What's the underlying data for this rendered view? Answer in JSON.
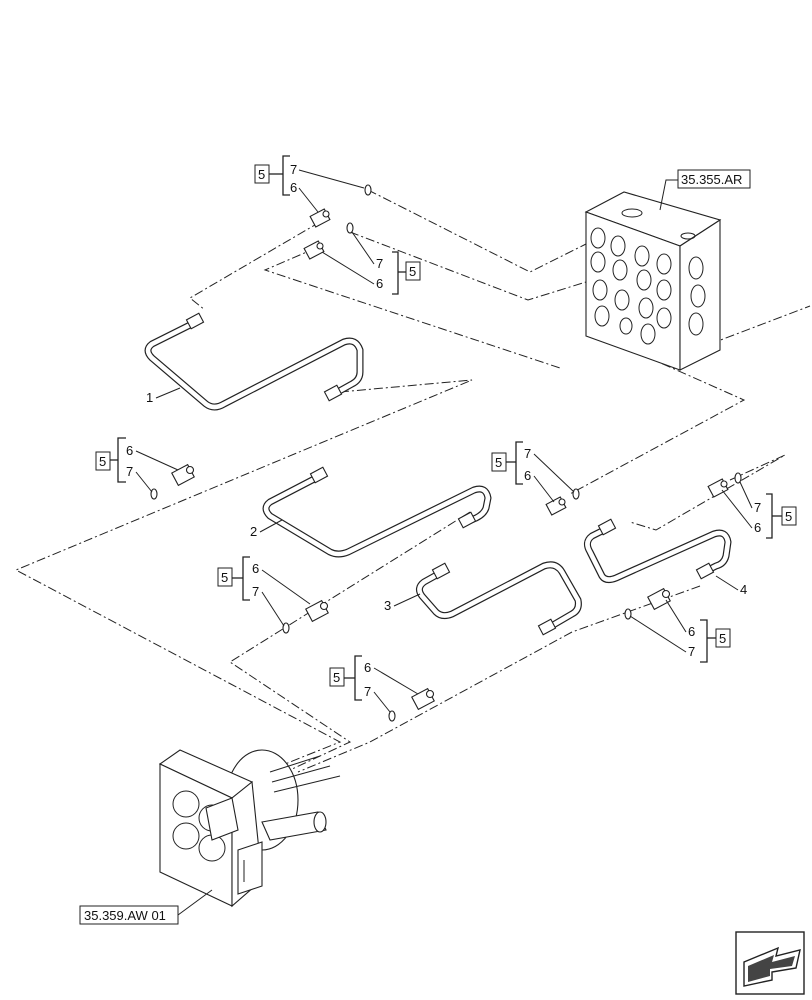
{
  "references": {
    "valve_block": "35.355.AR",
    "joystick": "35.359.AW 01"
  },
  "callouts": {
    "box": "5",
    "fitting": "6",
    "oring": "7",
    "hose1": "1",
    "hose2": "2",
    "hose3": "3",
    "hose4": "4"
  }
}
